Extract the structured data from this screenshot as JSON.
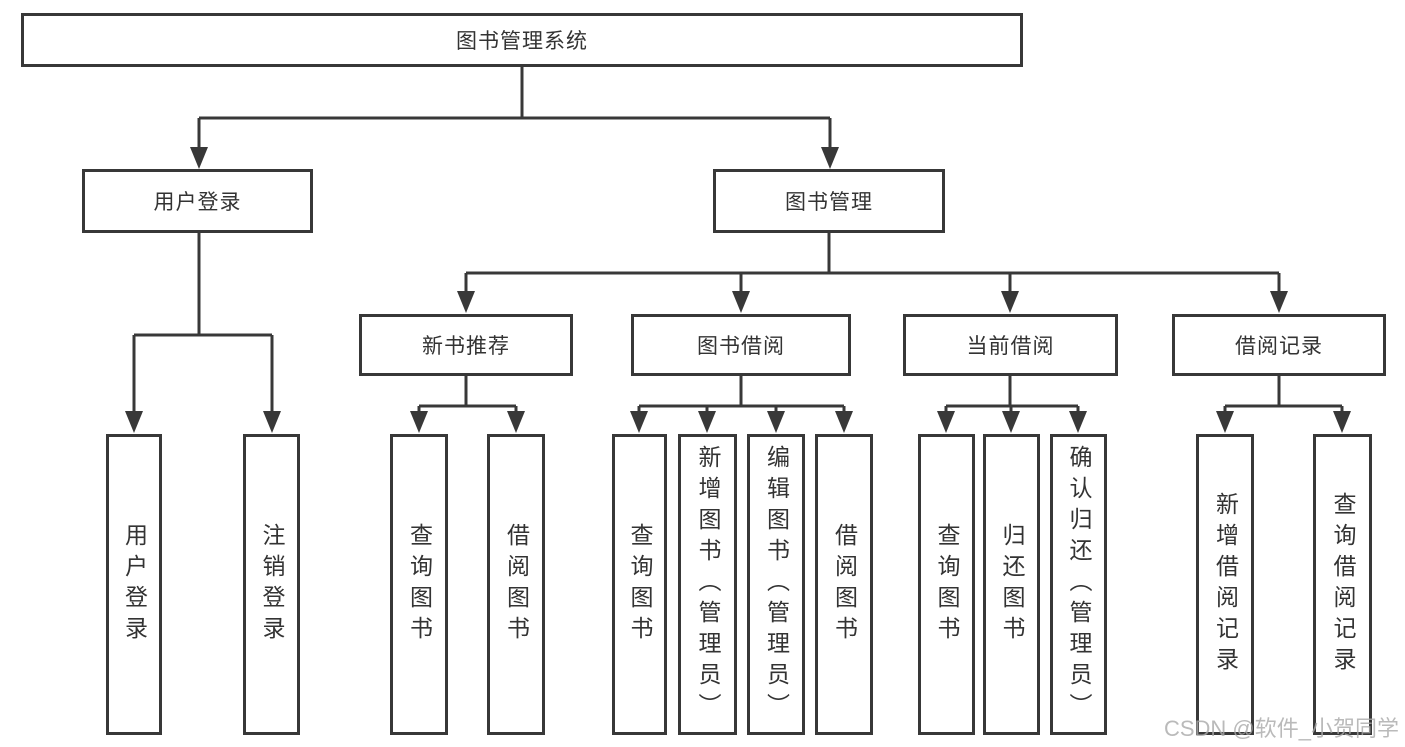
{
  "diagram": {
    "type": "hierarchy-tree",
    "title": "图书管理系统",
    "nodes": {
      "root": "图书管理系统",
      "user_login": "用户登录",
      "book_mgmt": "图书管理",
      "new_book_rec": "新书推荐",
      "book_borrow": "图书借阅",
      "current_borrow": "当前借阅",
      "borrow_records": "借阅记录",
      "leaf_user_login": "用户登录",
      "leaf_logout": "注销登录",
      "leaf_query_book_1": "查询图书",
      "leaf_borrow_book_1": "借阅图书",
      "leaf_query_book_2": "查询图书",
      "leaf_add_book": "新增图书（管理员）",
      "leaf_edit_book": "编辑图书（管理员）",
      "leaf_borrow_book_2": "借阅图书",
      "leaf_query_book_3": "查询图书",
      "leaf_return_book": "归还图书",
      "leaf_confirm_return": "确认归还（管理员）",
      "leaf_add_record": "新增借阅记录",
      "leaf_query_record": "查询借阅记录"
    },
    "edges": [
      [
        "图书管理系统",
        "用户登录"
      ],
      [
        "图书管理系统",
        "图书管理"
      ],
      [
        "用户登录",
        "用户登录(叶)"
      ],
      [
        "用户登录",
        "注销登录"
      ],
      [
        "图书管理",
        "新书推荐"
      ],
      [
        "图书管理",
        "图书借阅"
      ],
      [
        "图书管理",
        "当前借阅"
      ],
      [
        "图书管理",
        "借阅记录"
      ],
      [
        "新书推荐",
        "查询图书"
      ],
      [
        "新书推荐",
        "借阅图书"
      ],
      [
        "图书借阅",
        "查询图书"
      ],
      [
        "图书借阅",
        "新增图书（管理员）"
      ],
      [
        "图书借阅",
        "编辑图书（管理员）"
      ],
      [
        "图书借阅",
        "借阅图书"
      ],
      [
        "当前借阅",
        "查询图书"
      ],
      [
        "当前借阅",
        "归还图书"
      ],
      [
        "当前借阅",
        "确认归还（管理员）"
      ],
      [
        "借阅记录",
        "新增借阅记录"
      ],
      [
        "借阅记录",
        "查询借阅记录"
      ]
    ],
    "colors": {
      "line": "#383838",
      "text": "#333333",
      "background": "#ffffff",
      "watermark": "#a9a9a9"
    }
  },
  "watermark": {
    "text": "CSDN @软件_小贺同学"
  }
}
